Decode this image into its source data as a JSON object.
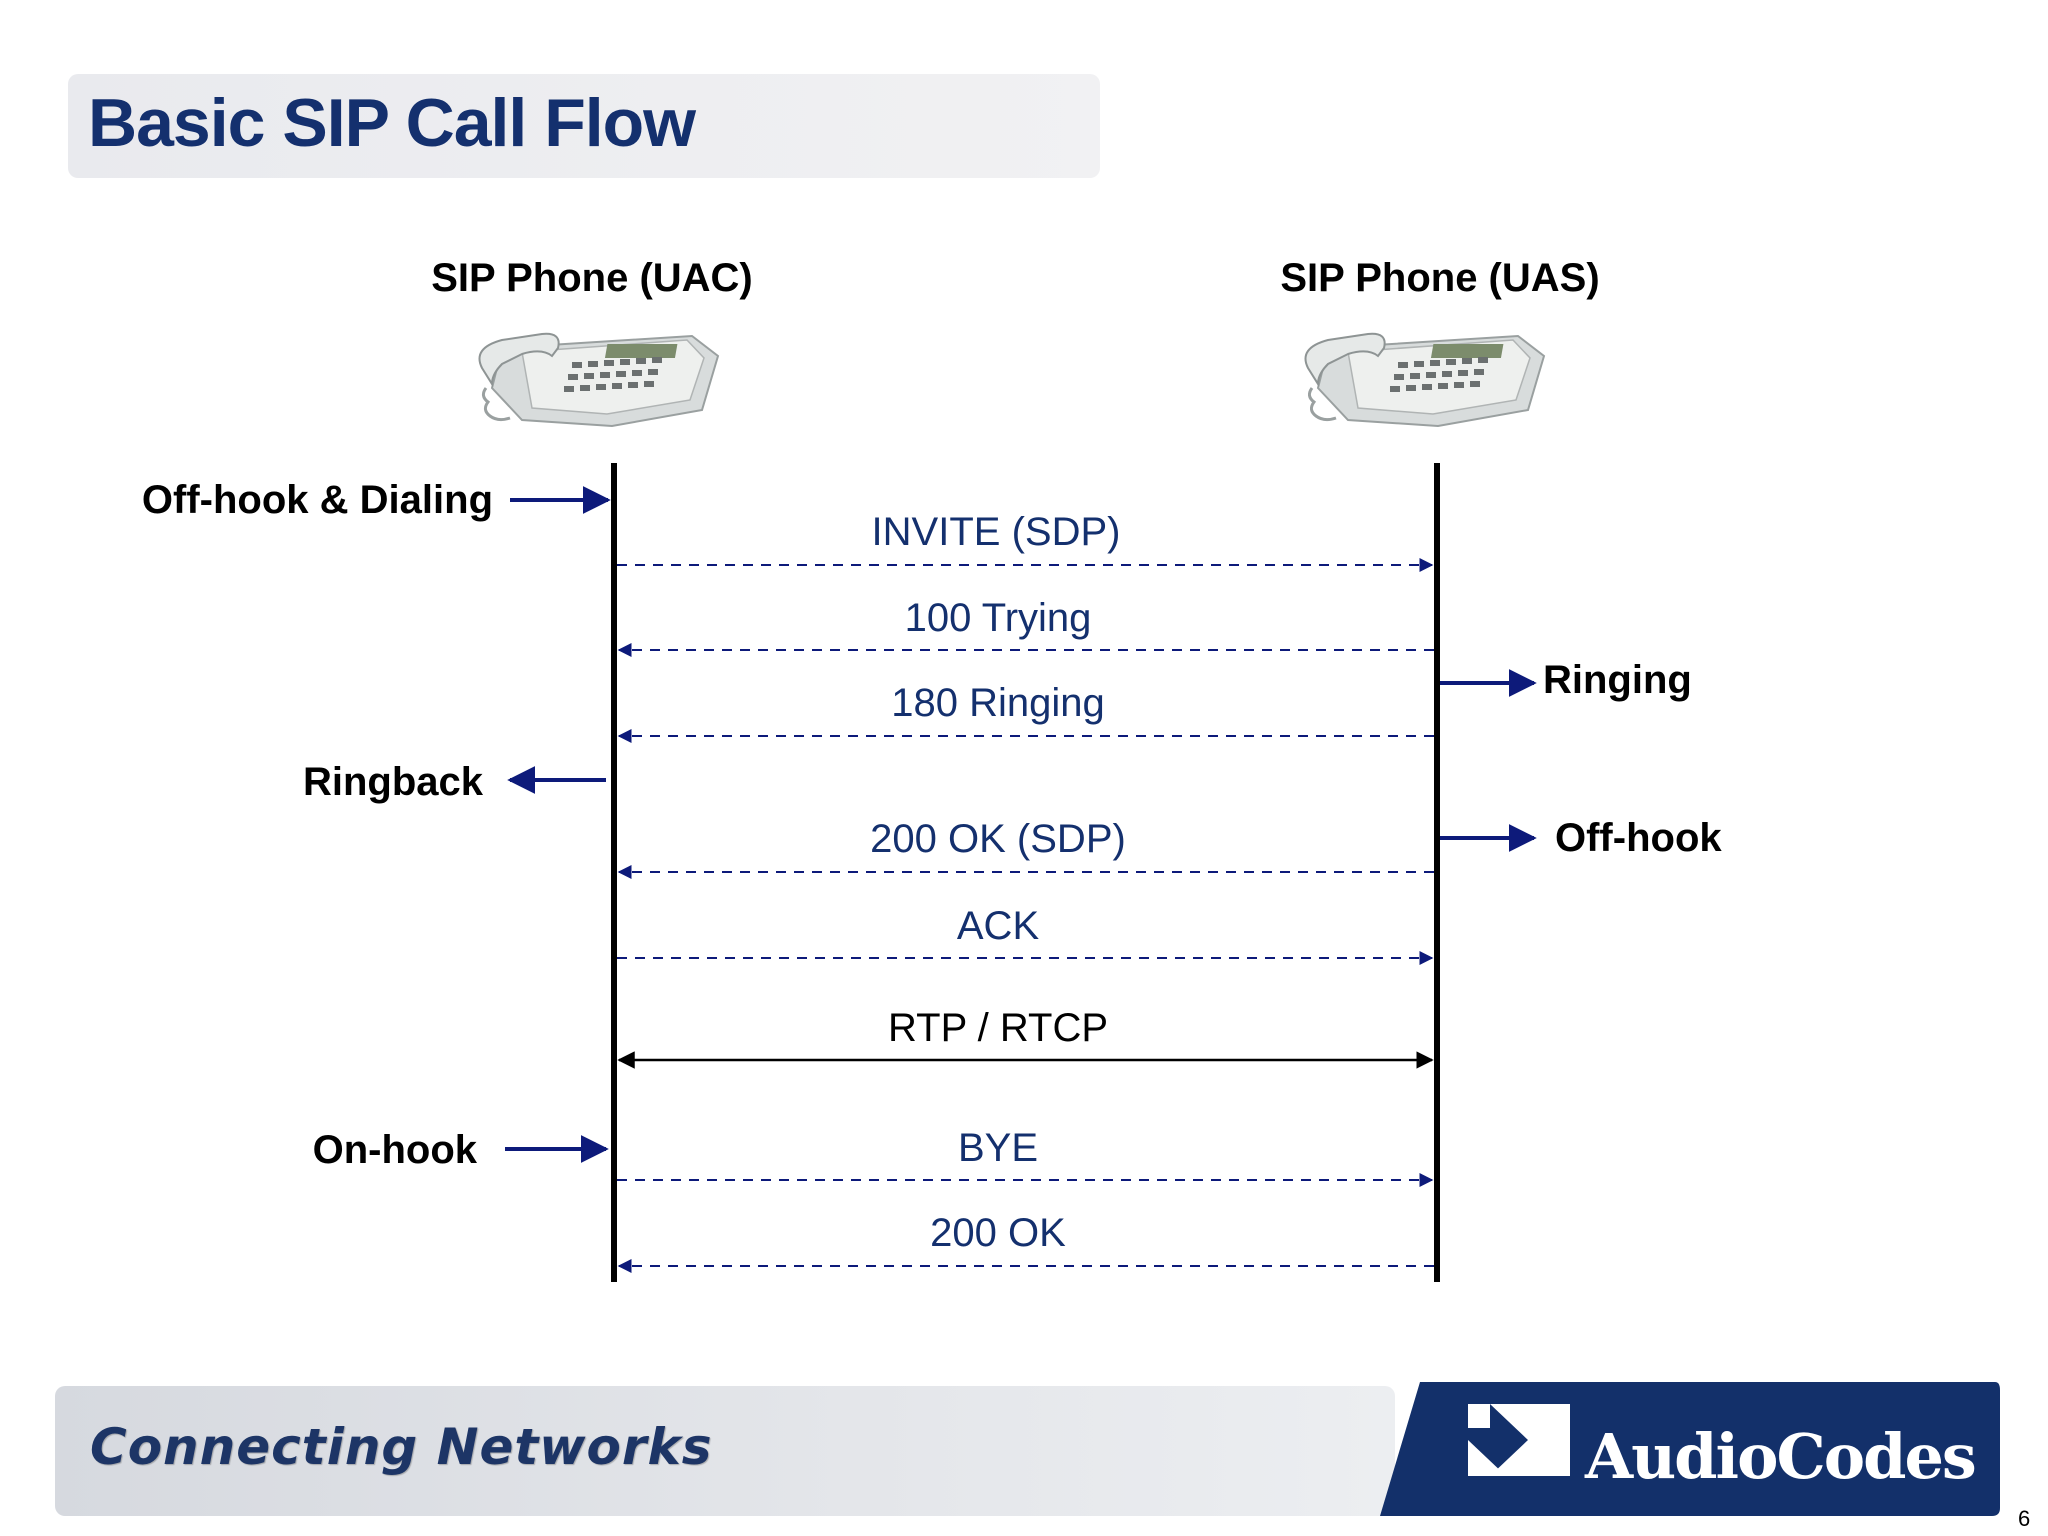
{
  "title": "Basic SIP Call Flow",
  "endpoints": {
    "uac": "SIP Phone (UAC)",
    "uas": "SIP Phone (UAS)"
  },
  "left_events": {
    "offhook_dialing": "Off-hook & Dialing",
    "ringback": "Ringback",
    "onhook": "On-hook"
  },
  "right_events": {
    "ringing": "Ringing",
    "offhook": "Off-hook"
  },
  "messages": {
    "invite": "INVITE (SDP)",
    "trying": "100 Trying",
    "ringing": "180 Ringing",
    "ok_sdp": "200 OK (SDP)",
    "ack": "ACK",
    "rtp": "RTP / RTCP",
    "bye": "BYE",
    "ok": "200 OK"
  },
  "footer": {
    "tagline": "Connecting Networks",
    "brand": "AudioCodes",
    "page_number": "6"
  },
  "colors": {
    "title": "#14306e",
    "message_text": "#14306e",
    "arrow": "#0d1a7a",
    "logo_bg": "#13306a"
  }
}
